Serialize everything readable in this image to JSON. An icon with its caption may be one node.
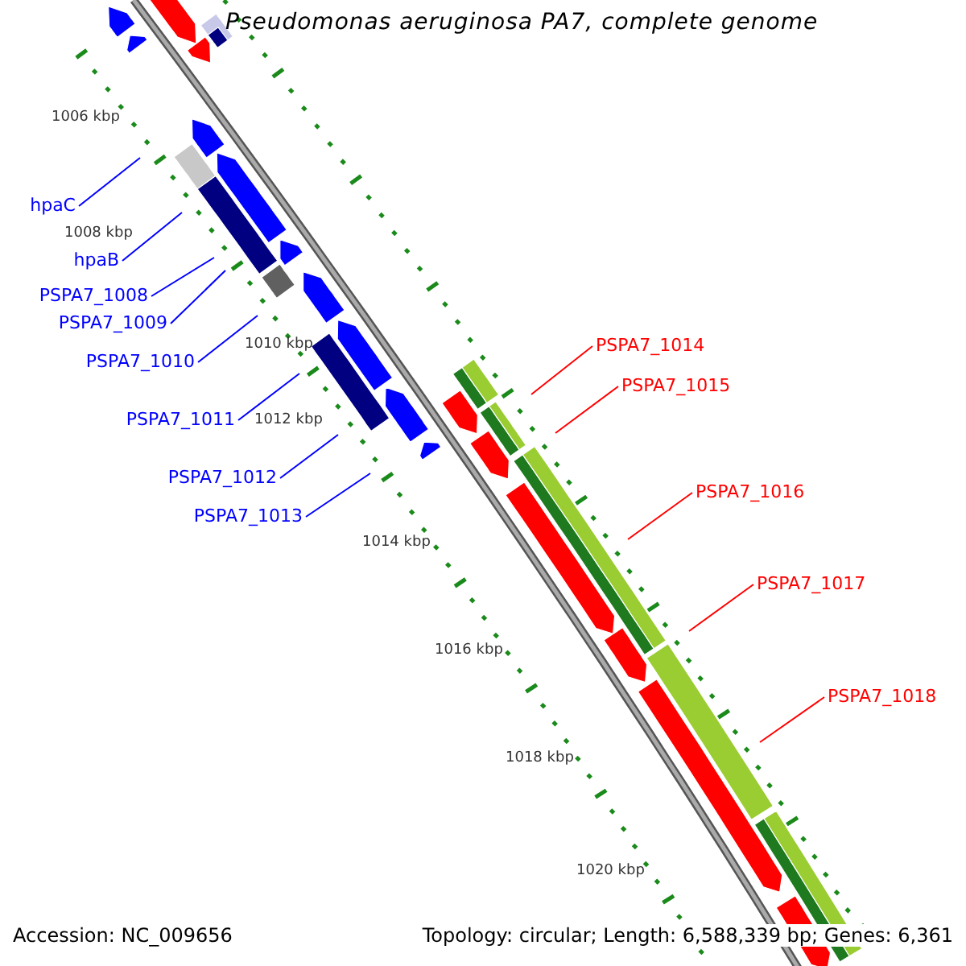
{
  "diagram": {
    "title": "Pseudomonas aeruginosa PA7, complete genome",
    "nodes": [
      {
        "text": [
          "hpaC"
        ]
      },
      {
        "text": [
          "hpaB"
        ]
      },
      {
        "text": [
          "PSPA7_1008"
        ]
      },
      {
        "text": [
          "PSPA7_1009"
        ]
      },
      {
        "text": [
          "PSPA7_1010"
        ]
      },
      {
        "text": [
          "PSPA7_1011"
        ]
      },
      {
        "text": [
          "PSPA7_1012"
        ]
      },
      {
        "text": [
          "PSPA7_1013"
        ]
      },
      {
        "text": [
          "PSPA7_1014"
        ]
      },
      {
        "text": [
          "PSPA7_1015"
        ]
      },
      {
        "text": [
          "PSPA7_1016"
        ]
      },
      {
        "text": [
          "PSPA7_1017"
        ]
      },
      {
        "text": [
          "PSPA7_1018"
        ]
      }
    ],
    "edges": [
      {
        "from": 0,
        "to": null,
        "arrow": "none"
      },
      {
        "from": 1,
        "to": null,
        "arrow": "none"
      },
      {
        "from": 2,
        "to": null,
        "arrow": "none"
      },
      {
        "from": 3,
        "to": null,
        "arrow": "none"
      },
      {
        "from": 4,
        "to": null,
        "arrow": "none"
      },
      {
        "from": 5,
        "to": null,
        "arrow": "none"
      },
      {
        "from": 6,
        "to": null,
        "arrow": "none"
      },
      {
        "from": 7,
        "to": null,
        "arrow": "none"
      },
      {
        "from": 8,
        "to": null,
        "arrow": "none",
        "color": "#ff0000"
      },
      {
        "from": 9,
        "to": null,
        "arrow": "none",
        "color": "#ff0000"
      },
      {
        "from": 10,
        "to": null,
        "arrow": "none",
        "color": "#ff0000"
      },
      {
        "from": 11,
        "to": null,
        "arrow": "none",
        "color": "#ff0000"
      },
      {
        "from": 12,
        "to": null,
        "arrow": "none",
        "color": "#ff0000"
      }
    ],
    "labels": [
      "1006 kbp",
      "1008 kbp",
      "1010 kbp",
      "1012 kbp",
      "1014 kbp",
      "1016 kbp",
      "1018 kbp",
      "1020 kbp",
      "Accession: NC_009656",
      "Topology: circular; Length: 6,588,339 bp; Genes: 6,361"
    ]
  }
}
